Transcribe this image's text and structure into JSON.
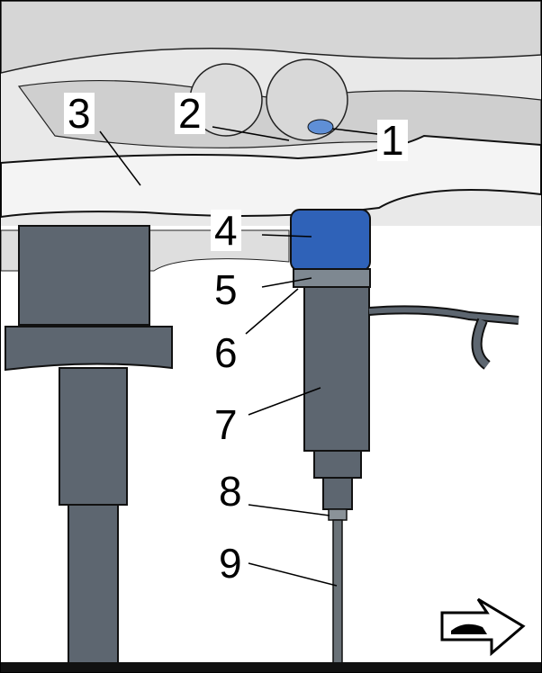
{
  "figure": {
    "callouts": [
      "1",
      "2",
      "3",
      "4",
      "5",
      "6",
      "7",
      "8",
      "9"
    ],
    "colors": {
      "component_blue": "#2f62b8",
      "tool_gray": "#5d6670",
      "body_light": "#e4e4e4",
      "outline": "#000000"
    },
    "direction_icon": "vehicle-forward-arrow-icon"
  }
}
